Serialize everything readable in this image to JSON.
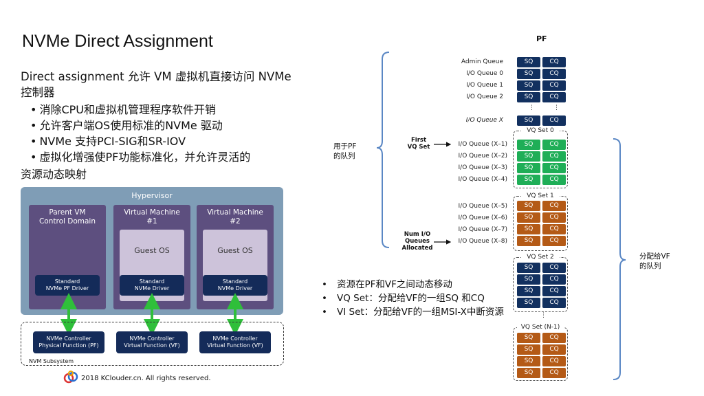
{
  "title": "NVMe Direct Assignment",
  "intro": "Direct assignment 允许 VM 虚拟机直接访问 NVMe控制器",
  "bullets": [
    "消除CPU和虚拟机管理程序软件开销",
    "允许客户端OS使用标准的NVMe 驱动",
    "NVMe 支持PCI-SIG和SR-IOV",
    "虚拟化增强使PF功能标准化，并允许灵活的"
  ],
  "bullet_continuation": "资源动态映射",
  "hypervisor": {
    "label": "Hypervisor",
    "vms": [
      {
        "title": "Parent VM\nControl Domain",
        "guest": "",
        "driver": "Standard\nNVMe PF Driver"
      },
      {
        "title": "Virtual Machine\n#1",
        "guest": "Guest OS",
        "driver": "Standard\nNVMe Driver"
      },
      {
        "title": "Virtual Machine\n#2",
        "guest": "Guest OS",
        "driver": "Standard\nNVMe Driver"
      }
    ]
  },
  "controllers": [
    "NVMe Controller\nPhysical Function (PF)",
    "NVMe Controller\nVirtual Function (VF)",
    "NVMe Controller\nVirtual Function (VF)"
  ],
  "subsystem_label": "NVM Subsystem",
  "copyright": "2018 KClouder.cn. All rights reserved.",
  "pf_label": "PF",
  "sq": "SQ",
  "cq": "CQ",
  "pf_queues": [
    "Admin Queue",
    "I/O Queue 0",
    "I/O Queue 1",
    "I/O Queue 2",
    "I/O Queue X"
  ],
  "vq_sets": [
    {
      "label": "VQ Set 0",
      "color": "green",
      "queues": [
        "I/O Queue (X–1)",
        "I/O Queue (X–2)",
        "I/O Queue (X–3)",
        "I/O Queue (X–4)"
      ]
    },
    {
      "label": "VQ Set 1",
      "color": "orange",
      "queues": [
        "I/O Queue (X–5)",
        "I/O Queue (X–6)",
        "I/O Queue (X–7)",
        "I/O Queue (X–8)"
      ]
    },
    {
      "label": "VQ Set 2",
      "color": "blue",
      "queues": [
        "",
        "",
        "",
        ""
      ]
    },
    {
      "label": "VQ Set (N-1)",
      "color": "orange",
      "queues": [
        "",
        "",
        "",
        ""
      ]
    }
  ],
  "first_vq_set": "First\nVQ Set",
  "num_io_queues": "Num I/O\nQueues\nAllocated",
  "pf_queue_side": "用于PF\n的队列",
  "vf_queue_side": "分配给VF\n的队列",
  "right_bullets": [
    "资源在PF和VF之间动态移动",
    "VQ Set：分配给VF的一组SQ 和CQ",
    "VI Set：分配给VF的一组MSI-X中断资源"
  ],
  "colors": {
    "navy": "#12305f",
    "green": "#1fae57",
    "orange": "#b45a16",
    "hypervisor": "#7f9db6",
    "vm": "#5d4f7f",
    "arrow": "#2fbf3a"
  }
}
